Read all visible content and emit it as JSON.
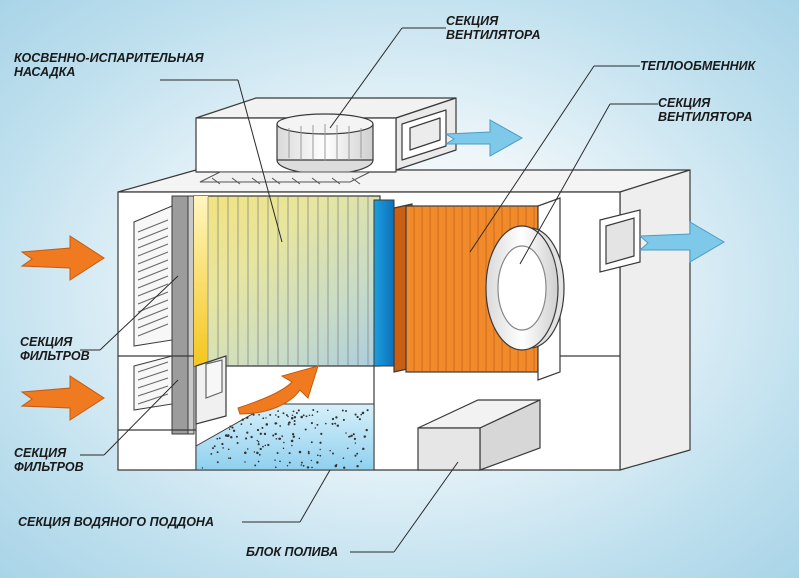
{
  "labels": {
    "evap_packing": [
      "КОСВЕННО-ИСПАРИТЕЛЬНАЯ",
      "НАСАДКА"
    ],
    "fan_section_top": [
      "СЕКЦИЯ",
      "ВЕНТИЛЯТОРА"
    ],
    "heat_exchanger": "ТЕПЛООБМЕННИК",
    "fan_section_right": [
      "СЕКЦИЯ",
      "ВЕНТИЛЯТОРА"
    ],
    "filter_section_upper": [
      "СЕКЦИЯ",
      "ФИЛЬТРОВ"
    ],
    "filter_section_lower": [
      "СЕКЦИЯ",
      "ФИЛЬТРОВ"
    ],
    "water_tray_section": "СЕКЦИЯ ВОДЯНОГО ПОДДОНА",
    "irrigation_block": "БЛОК ПОЛИВА"
  },
  "colors": {
    "inlet_arrow": "#f07a20",
    "outlet_arrow": "#7ec8ea",
    "heat_exchanger": "#f08a2a",
    "water": "#a8dcf2",
    "outline": "#3a3a3a"
  }
}
